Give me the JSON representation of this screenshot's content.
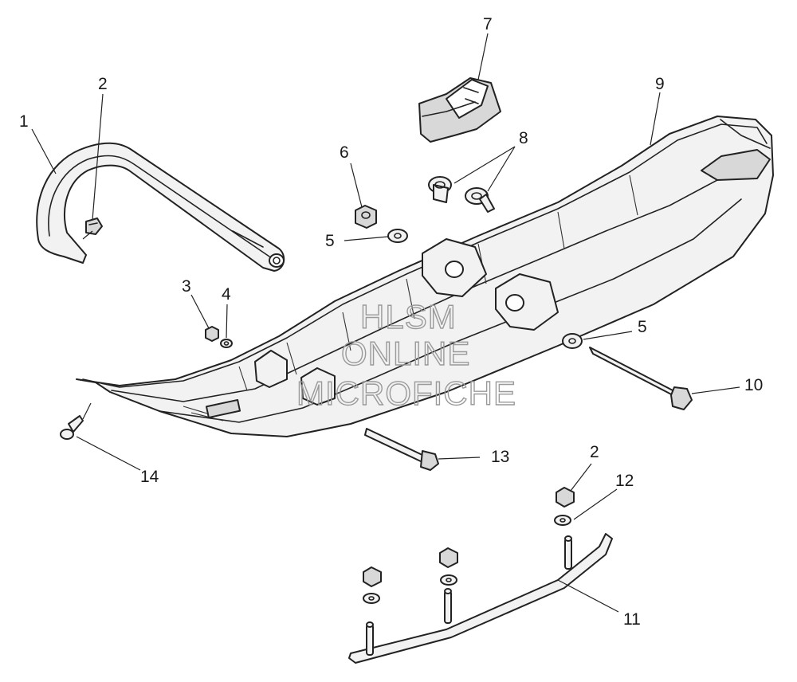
{
  "diagram": {
    "callouts": [
      {
        "id": "c1",
        "text": "1"
      },
      {
        "id": "c2a",
        "text": "2"
      },
      {
        "id": "c2b",
        "text": "2"
      },
      {
        "id": "c3",
        "text": "3"
      },
      {
        "id": "c4",
        "text": "4"
      },
      {
        "id": "c5a",
        "text": "5"
      },
      {
        "id": "c5b",
        "text": "5"
      },
      {
        "id": "c6",
        "text": "6"
      },
      {
        "id": "c7",
        "text": "7"
      },
      {
        "id": "c8",
        "text": "8"
      },
      {
        "id": "c9",
        "text": "9"
      },
      {
        "id": "c10",
        "text": "10"
      },
      {
        "id": "c11",
        "text": "11"
      },
      {
        "id": "c12",
        "text": "12"
      },
      {
        "id": "c13",
        "text": "13"
      },
      {
        "id": "c14",
        "text": "14"
      }
    ],
    "watermark": {
      "line1": "HLSM",
      "line2": "ONLINE",
      "line3": "MICROFICHE"
    }
  }
}
